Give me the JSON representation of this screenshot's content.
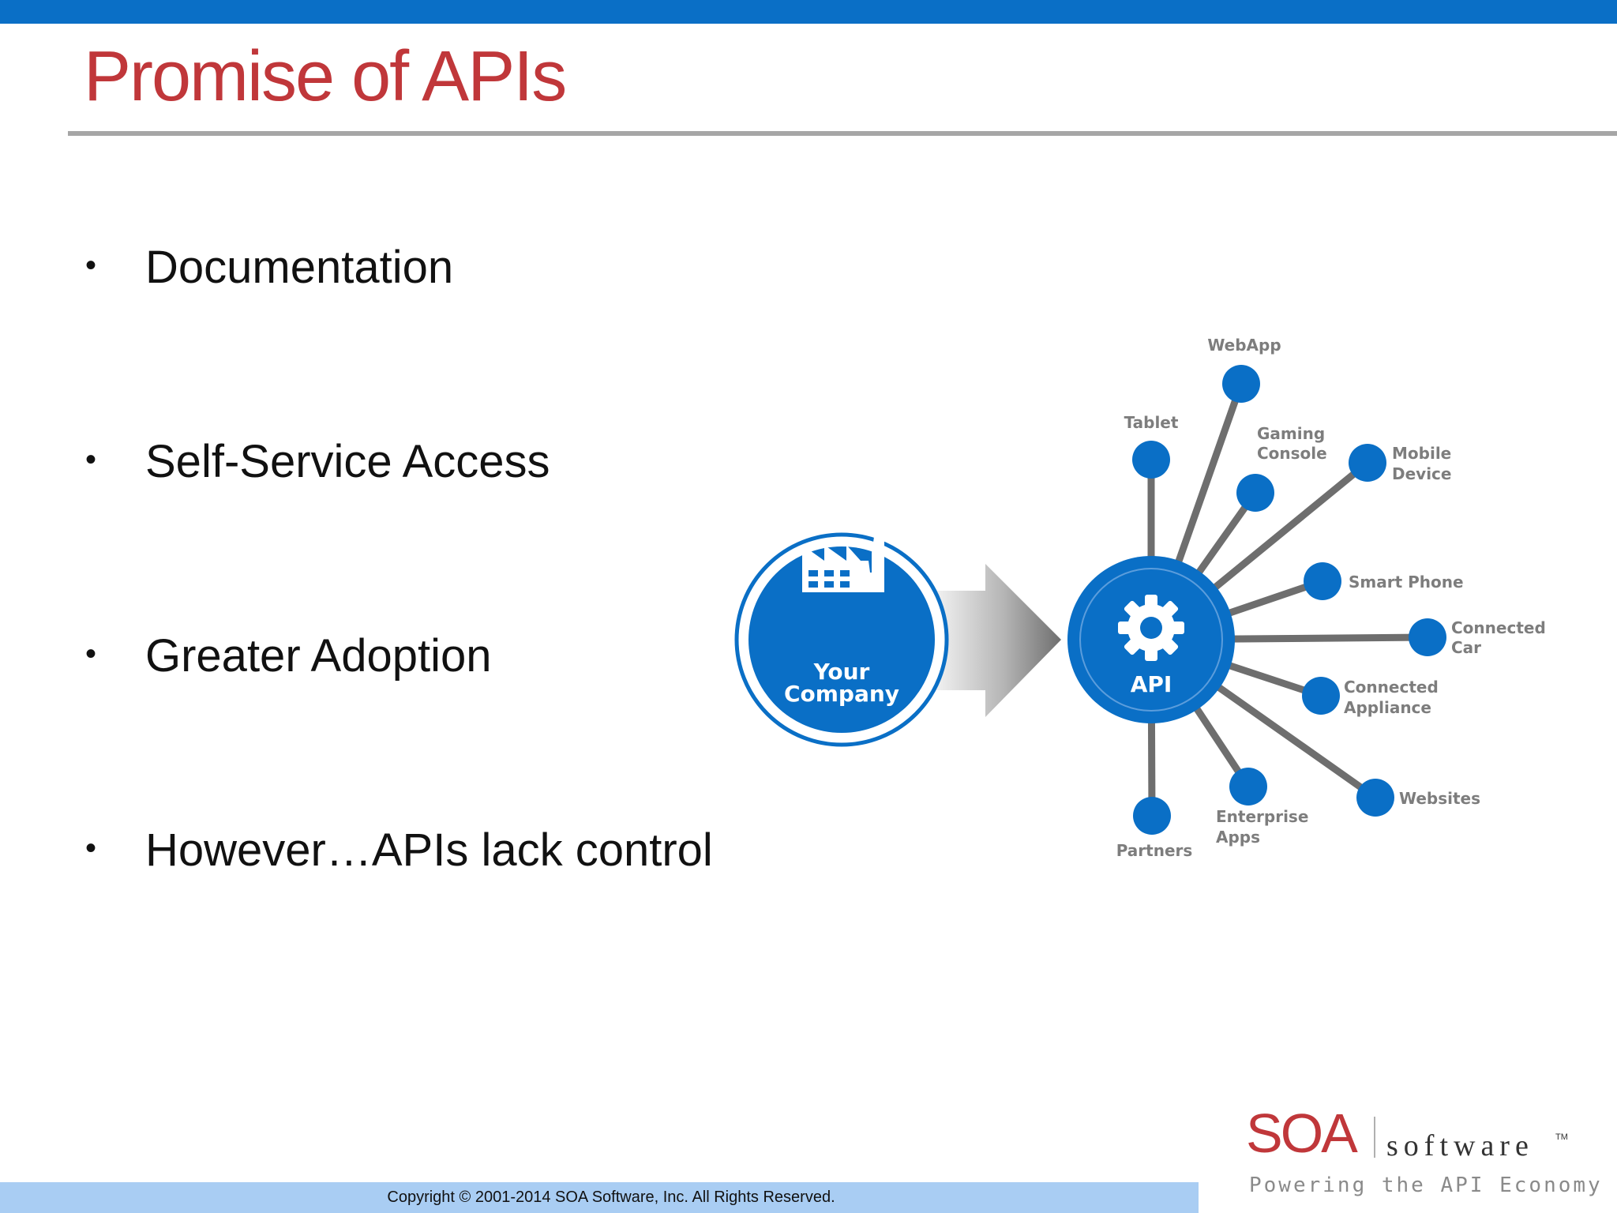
{
  "slide": {
    "title": "Promise of APIs",
    "bullets": [
      {
        "text": "Documentation"
      },
      {
        "text": "Self-Service Access"
      },
      {
        "text": "Greater Adoption"
      },
      {
        "text": "However…APIs lack control"
      }
    ]
  },
  "diagram": {
    "source_label_line1": "Your",
    "source_label_line2": "Company",
    "hub_label": "API",
    "endpoints": [
      {
        "line1": "WebApp",
        "line2": ""
      },
      {
        "line1": "Tablet",
        "line2": ""
      },
      {
        "line1": "Gaming",
        "line2": "Console"
      },
      {
        "line1": "Mobile",
        "line2": "Device"
      },
      {
        "line1": "Smart Phone",
        "line2": ""
      },
      {
        "line1": "Connected",
        "line2": "Car"
      },
      {
        "line1": "Connected",
        "line2": "Appliance"
      },
      {
        "line1": "Websites",
        "line2": ""
      },
      {
        "line1": "Enterprise",
        "line2": "Apps"
      },
      {
        "line1": "Partners",
        "line2": ""
      }
    ],
    "colors": {
      "node": "#0a6fc6",
      "spoke": "#6e6e6e",
      "label": "#7d7d7d"
    }
  },
  "footer": {
    "copyright": "Copyright © 2001-2014 SOA Software, Inc. All Rights Reserved."
  },
  "logo": {
    "brand": "SOA",
    "product": "software",
    "trademark": "TM",
    "tagline": "Powering the API Economy"
  },
  "colors": {
    "top_bar": "#0a6fc6",
    "title": "#c0373a",
    "footer_bar": "#a9cdf3"
  }
}
